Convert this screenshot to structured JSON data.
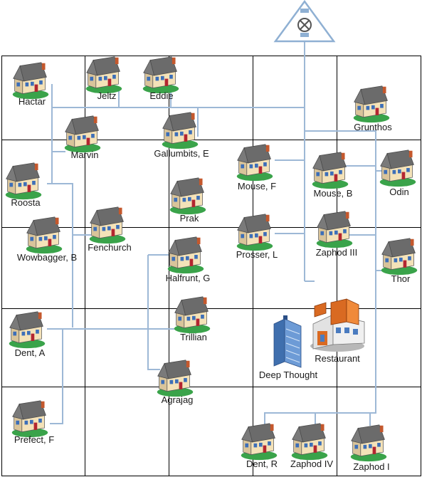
{
  "colors": {
    "grid": "#000000",
    "link": "#9db8d6",
    "roof": "#6b6b6b",
    "wall": "#f4e2b8",
    "window": "#3d6fb8",
    "door": "#b32630",
    "grass": "#3aa34a",
    "chimney": "#c4582d"
  },
  "router": {
    "icon": "network-router-icon"
  },
  "houses": [
    {
      "id": "hactar",
      "label": "Hactar"
    },
    {
      "id": "jeltz",
      "label": "Jeltz"
    },
    {
      "id": "eddie",
      "label": "Eddie"
    },
    {
      "id": "grunthos",
      "label": "Grunthos"
    },
    {
      "id": "marvin",
      "label": "Marvin"
    },
    {
      "id": "gallumbits",
      "label": "Gallumbits, E"
    },
    {
      "id": "roosta",
      "label": "Roosta"
    },
    {
      "id": "mouse-f",
      "label": "Mouse, F"
    },
    {
      "id": "mouse-b",
      "label": "Mouse, B"
    },
    {
      "id": "odin",
      "label": "Odin"
    },
    {
      "id": "prak",
      "label": "Prak"
    },
    {
      "id": "wowbagger",
      "label": "Wowbagger, B"
    },
    {
      "id": "fenchurch",
      "label": "Fenchurch"
    },
    {
      "id": "prosser",
      "label": "Prosser, L"
    },
    {
      "id": "zaphod-iii",
      "label": "Zaphod III"
    },
    {
      "id": "halfrunt",
      "label": "Halfrunt, G"
    },
    {
      "id": "thor",
      "label": "Thor"
    },
    {
      "id": "trillian",
      "label": "Trillian"
    },
    {
      "id": "dent-a",
      "label": "Dent, A"
    },
    {
      "id": "agrajag",
      "label": "Agrajag"
    },
    {
      "id": "prefect",
      "label": "Prefect, F"
    },
    {
      "id": "dent-r",
      "label": "Dent, R"
    },
    {
      "id": "zaphod-iv",
      "label": "Zaphod IV"
    },
    {
      "id": "zaphod-i",
      "label": "Zaphod I"
    }
  ],
  "landmarks": {
    "restaurant": {
      "label": "Restaurant"
    },
    "deep_thought": {
      "label": "Deep Thought"
    }
  }
}
